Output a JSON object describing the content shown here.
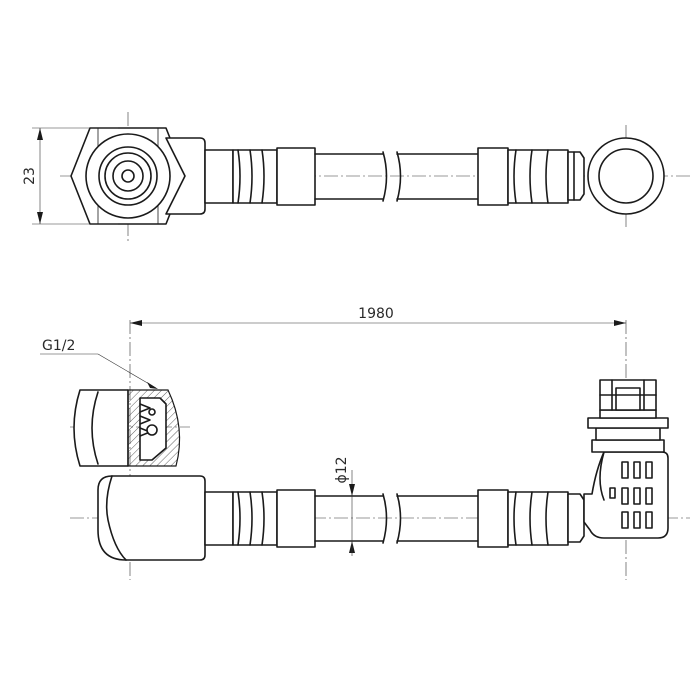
{
  "dimensions": {
    "height_label": "23",
    "length_label": "1980",
    "thread_label": "G1/2",
    "diameter_label": "ϕ12"
  }
}
